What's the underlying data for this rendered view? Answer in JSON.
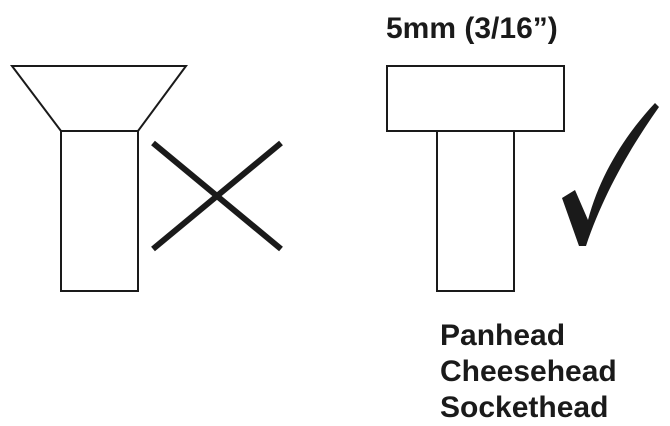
{
  "screw_size": "5mm (3/16”)",
  "head_types": [
    "Panhead",
    "Cheesehead",
    "Sockethead"
  ],
  "icons": {
    "wrong": "cross-icon",
    "right": "checkmark-icon"
  },
  "colors": {
    "stroke": "#1a1a1a",
    "background": "#ffffff"
  }
}
